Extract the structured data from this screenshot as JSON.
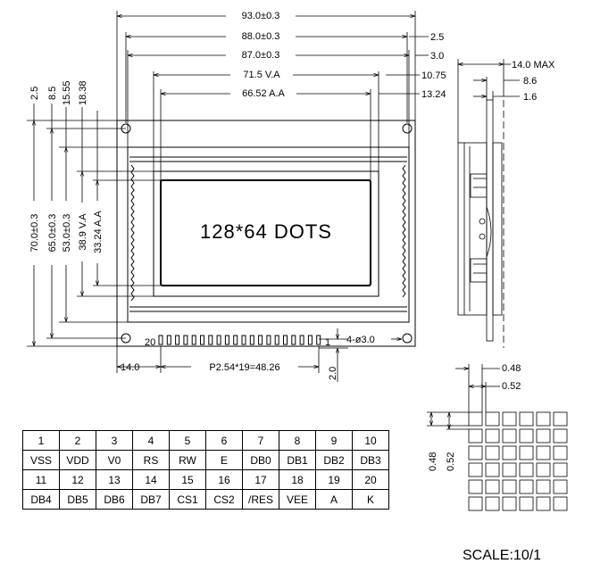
{
  "dimensions": {
    "width_930": "93.0±0.3",
    "width_880": "88.0±0.3",
    "width_870": "87.0±0.3",
    "va_width": "71.5 V.A",
    "aa_width": "66.52 A.A",
    "offset_2_5": "2.5",
    "offset_3_0": "3.0",
    "offset_10_75": "10.75",
    "offset_13_24": "13.24",
    "height_700": "70.0±0.3",
    "height_650": "65.0±0.3",
    "height_530": "53.0±0.3",
    "va_height": "38.9 V.A",
    "aa_height": "33.24 A.A",
    "left_2_5": "2.5",
    "left_8_5": "8.5",
    "left_15_55": "15.55",
    "left_18_38": "18.38",
    "thick_max": "14.0 MAX",
    "thick_8_6": "8.6",
    "thick_1_6": "1.6",
    "hole_spec": "4-ø3.0",
    "pin_offset": "14.0",
    "pin_pitch": "P2.54*19=48.26",
    "pin_row_offset": "2.0",
    "dot_048": "0.48",
    "dot_052": "0.52",
    "dot_v048": "0.48",
    "dot_v052": "0.52"
  },
  "display": {
    "label": "128*64 DOTS"
  },
  "connector": {
    "pin_first": "20",
    "pin_last": "1"
  },
  "pins": {
    "numbers_row1": [
      "1",
      "2",
      "3",
      "4",
      "5",
      "6",
      "7",
      "8",
      "9",
      "10"
    ],
    "names_row1": [
      "VSS",
      "VDD",
      "V0",
      "RS",
      "RW",
      "E",
      "DB0",
      "DB1",
      "DB2",
      "DB3"
    ],
    "numbers_row2": [
      "11",
      "12",
      "13",
      "14",
      "15",
      "16",
      "17",
      "18",
      "19",
      "20"
    ],
    "names_row2": [
      "DB4",
      "DB5",
      "DB6",
      "DB7",
      "CS1",
      "CS2",
      "/RES",
      "VEE",
      "A",
      "K"
    ]
  },
  "footer": {
    "scale": "SCALE:10/1"
  }
}
